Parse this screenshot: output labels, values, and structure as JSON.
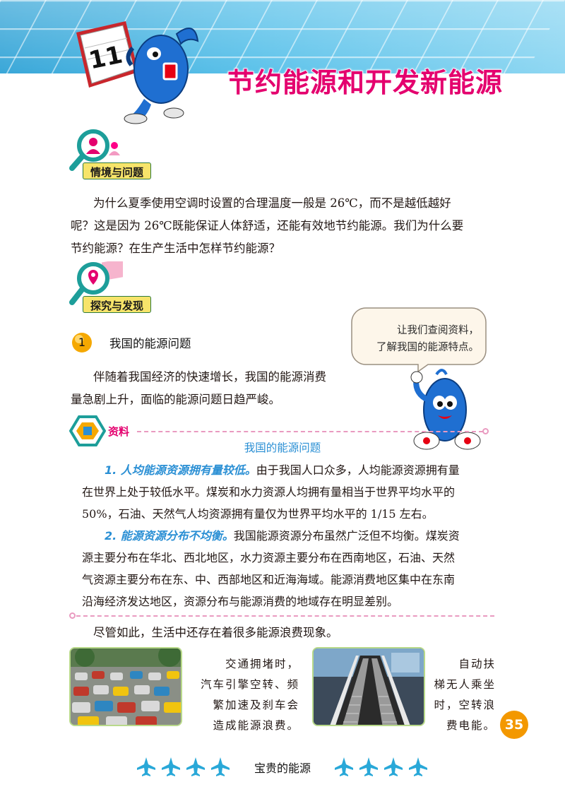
{
  "header": {
    "chapter_number": "11",
    "title": "节约能源和开发新能源"
  },
  "sections": {
    "situation_tag": "情境与问题",
    "explore_tag": "探究与发现"
  },
  "intro": {
    "line1": "为什么夏季使用空调时设置的合理温度一般是 26℃，而不是越低越好",
    "line2": "呢？这是因为 26℃既能保证人体舒适，还能有效地节约能源。我们为什么要",
    "line3": "节约能源？在生产生活中怎样节约能源？"
  },
  "speech_bubble": {
    "line1": "让我们查阅资料，",
    "line2": "了解我国的能源特点。"
  },
  "topic1": {
    "number": "1",
    "title": "我国的能源问题",
    "line1": "伴随着我国经济的快速增长，我国的能源消费",
    "line2": "量急剧上升，面临的能源问题日趋严峻。"
  },
  "material": {
    "label": "资料",
    "title": "我国的能源问题",
    "point1_keyword": "1. 人均能源资源拥有量较低。",
    "point1_line1": "由于我国人口众多，人均能源资源拥有量",
    "point1_line2": "在世界上处于较低水平。煤炭和水力资源人均拥有量相当于世界平均水平的",
    "point1_line3": "50%，石油、天然气人均资源拥有量仅为世界平均水平的 1/15 左右。",
    "point2_keyword": "2. 能源资源分布不均衡。",
    "point2_line1": "我国能源资源分布虽然广泛但不均衡。煤炭资",
    "point2_line2": "源主要分布在华北、西北地区，水力资源主要分布在西南地区，石油、天然",
    "point2_line3": "气资源主要分布在东、中、西部地区和近海海域。能源消费地区集中在东南",
    "point2_line4": "沿海经济发达地区，资源分布与能源消费的地域存在明显差别。"
  },
  "waste_intro": "尽管如此，生活中还存在着很多能源浪费现象。",
  "photos": {
    "traffic_caption": [
      "交通拥堵时，",
      "汽车引擎空转、频",
      "繁加速及刹车会",
      "造成能源浪费。"
    ],
    "escalator_caption": [
      "自动扶",
      "梯无人乘坐",
      "时，空转浪",
      "费电能。"
    ]
  },
  "footer": {
    "page_number": "35",
    "book_title": "宝贵的能源"
  },
  "colors": {
    "title_magenta": "#e4006e",
    "accent_blue": "#2a8fd4",
    "tag_yellow": "#f7e46a",
    "page_badge_orange": "#f39800",
    "banner_blue": "#3aa7d8"
  }
}
